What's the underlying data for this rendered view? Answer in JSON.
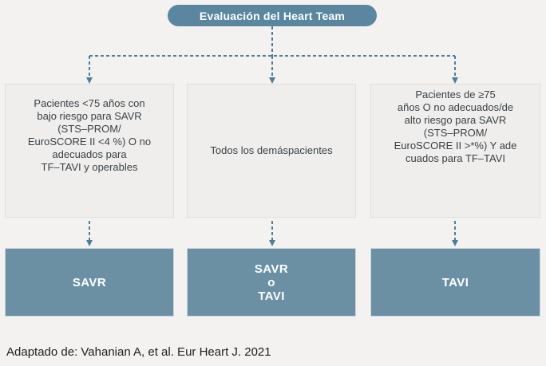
{
  "root": {
    "title": "Evaluación del Heart Team"
  },
  "columns": [
    {
      "id": "low-risk",
      "criteria": "Pacientes <75 años con\nbajo riesgo para SAVR\n(STS–PROM/\nEuroSCORE II <4 %) O no\nadecuados para\nTF–TAVI y operables",
      "outcome": "SAVR"
    },
    {
      "id": "all-others",
      "criteria": "Todos los demáspacientes",
      "outcome": "SAVR\no\nTAVI"
    },
    {
      "id": "high-risk",
      "criteria": "Pacientes de ≥75\naños O no adecuados/de\nalto riesgo para SAVR\n(STS–PROM/\nEuroSCORE II >*%) Y ade\ncuados para TF–TAVI",
      "outcome": "TAVI"
    }
  ],
  "footer": "Adaptado de: Vahanian A, et al. Eur Heart J. 2021",
  "colors": {
    "background": "#f3f2f0",
    "node_fill": "#5b86a0",
    "outcome_fill": "#6b90a4",
    "connector": "#4e7e99",
    "criteria_fill": "#efeeec"
  }
}
